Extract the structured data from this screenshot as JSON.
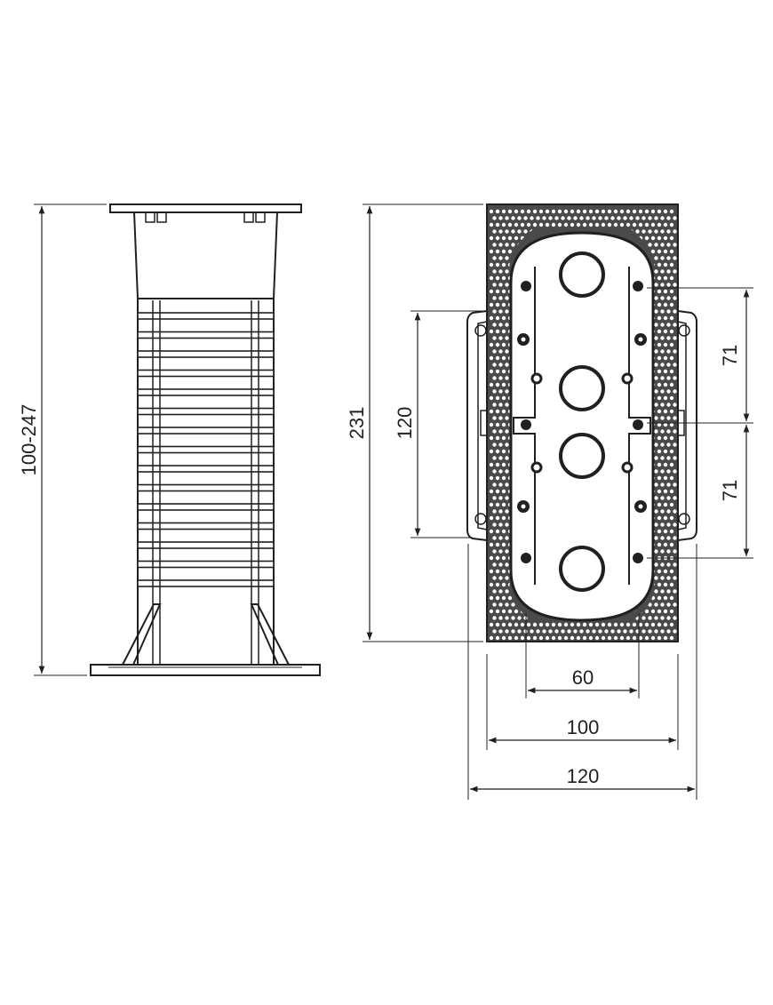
{
  "drawing": {
    "line_color": "#231f20",
    "background": "#ffffff",
    "side_view": {
      "height_label": "100-247"
    },
    "top_view": {
      "height_label": "231",
      "mount_spacing_label": "120",
      "hole_spacing_upper_label": "71",
      "hole_spacing_lower_label": "71",
      "inner_width_label": "60",
      "body_width_label": "100",
      "overall_width_label": "120"
    }
  }
}
